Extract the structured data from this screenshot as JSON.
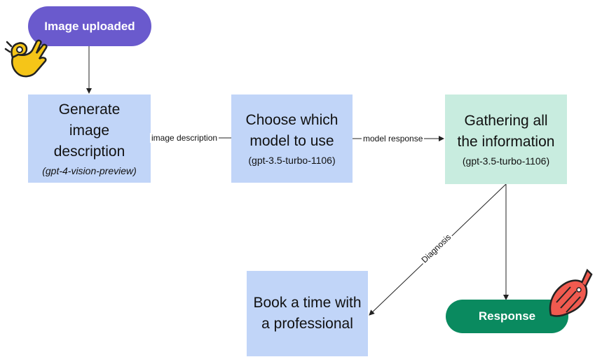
{
  "colors": {
    "start_pill": "#6a5acd",
    "end_pill": "#0a8a5f",
    "box_blue": "#c1d5f8",
    "box_teal": "#c8ecdf",
    "edge": "#222222"
  },
  "nodes": {
    "image_uploaded": {
      "label": "Image uploaded"
    },
    "generate": {
      "title_lines": [
        "Generate",
        "image",
        "description"
      ],
      "model": "(gpt-4-vision-preview)"
    },
    "choose": {
      "title_lines": [
        "Choose which",
        "model to use"
      ],
      "model": "(gpt-3.5-turbo-1106)"
    },
    "gathering": {
      "title_lines": [
        "Gathering all",
        "the information"
      ],
      "model": "(gpt-3.5-turbo-1106)"
    },
    "book": {
      "title_lines": [
        "Book a time with",
        "a professional"
      ]
    },
    "response": {
      "label": "Response"
    }
  },
  "edges": {
    "image_description": "image description",
    "model_response": "model response",
    "diagnosis": "Diagnosis"
  },
  "icons": {
    "start": "ok-hand-icon",
    "end": "fish-icon"
  }
}
